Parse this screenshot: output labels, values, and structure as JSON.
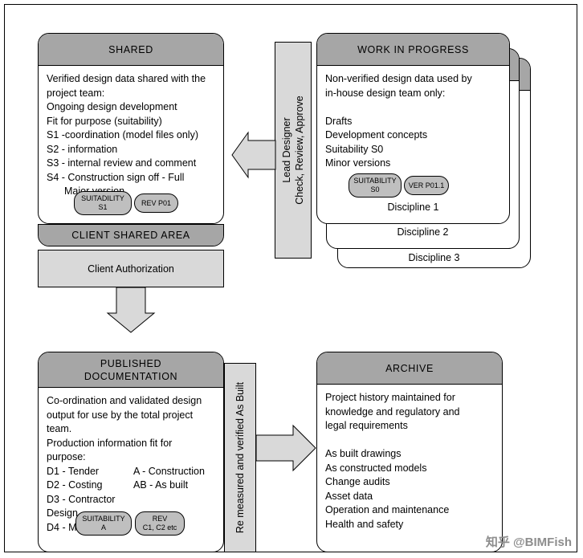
{
  "diagram": {
    "shared": {
      "title": "SHARED",
      "lines": [
        "Verified design data shared with the",
        "project team:",
        "Ongoing design development",
        "Fit for purpose (suitability)",
        "S1 -coordination (model files only)",
        "S2 - information",
        "S3 - internal review and comment",
        "S4 - Construction sign off - Full"
      ],
      "indented_line": "Major version",
      "pill_suitability": {
        "line1": "SUITADILITY",
        "line2": "S1"
      },
      "pill_rev": {
        "line1": "REV P01",
        "line2": ""
      }
    },
    "client_shared_area": {
      "title": "CLIENT SHARED AREA"
    },
    "client_authorization": {
      "label": "Client Authorization"
    },
    "lead_designer": {
      "line1": "Lead Designer",
      "line2": "Check, Review, Approve"
    },
    "work_in_progress": {
      "title": "WORK IN PROGRESS",
      "lines": [
        "Non-verified design data used by",
        "in-house design team only:",
        "",
        "Drafts",
        "Development concepts",
        "Suitability S0",
        "Minor versions"
      ],
      "pill_suitability": {
        "line1": "SUITABILITY",
        "line2": "S0"
      },
      "pill_ver": {
        "line1": "VER P01.1",
        "line2": ""
      },
      "discipline_1": "Discipline 1",
      "discipline_2": "Discipline 2",
      "discipline_3": "Discipline 3"
    },
    "published": {
      "title_line1": "PUBLISHED",
      "title_line2": "DOCUMENTATION",
      "lines": [
        "Co-ordination and validated design",
        "output for use by the total project",
        "team.",
        "Production information fit for",
        "purpose:"
      ],
      "table": [
        {
          "left": "D1 - Tender",
          "right": "A - Construction"
        },
        {
          "left": "D2 - Costing",
          "right": "AB - As built"
        },
        {
          "left": "D3 - Contractor Design",
          "right": ""
        },
        {
          "left": "D4 - Manufacture",
          "right": ""
        }
      ],
      "pill_suitability": {
        "line1": "SUITABILITY",
        "line2": "A"
      },
      "pill_rev": {
        "line1": "REV",
        "line2": "C1, C2 etc"
      }
    },
    "as_built_bar": {
      "label": "Re measured and verified As Built"
    },
    "archive": {
      "title": "ARCHIVE",
      "lines": [
        "Project history maintained for",
        "knowledge and regulatory and",
        "legal requirements",
        "",
        "As built drawings",
        "As constructed models",
        "Change audits",
        "Asset data",
        "Operation and maintenance",
        "Health and safety"
      ]
    },
    "watermark": "知乎 @BIMFish"
  }
}
